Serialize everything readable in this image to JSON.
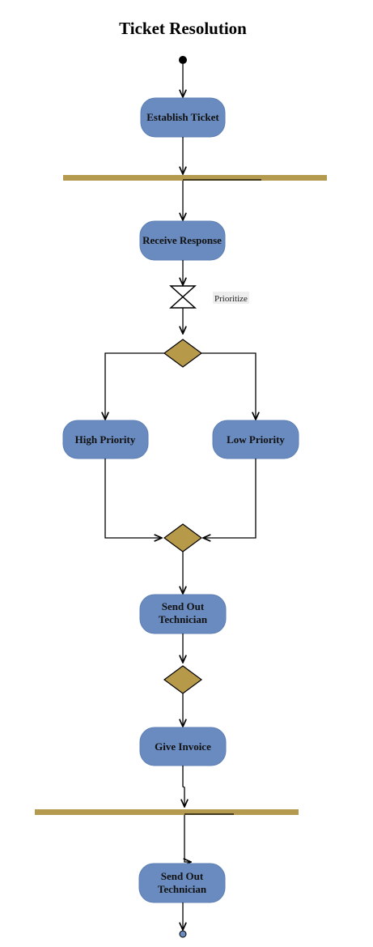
{
  "title": "Ticket Resolution",
  "nodes": {
    "establish_ticket": "Establish Ticket",
    "receive_response": "Receive Response",
    "high_priority": "High Priority",
    "low_priority": "Low Priority",
    "send_out_technician_1": [
      "Send Out",
      "Technician"
    ],
    "give_invoice": "Give Invoice",
    "send_out_technician_2": [
      "Send Out",
      "Technician"
    ]
  },
  "wait_label": "Prioritize",
  "colors": {
    "activity": "#6a8bbf",
    "sync_bar": "#b49a4f",
    "decision": "#b69a4a",
    "final_node": "#6a8bbf"
  }
}
